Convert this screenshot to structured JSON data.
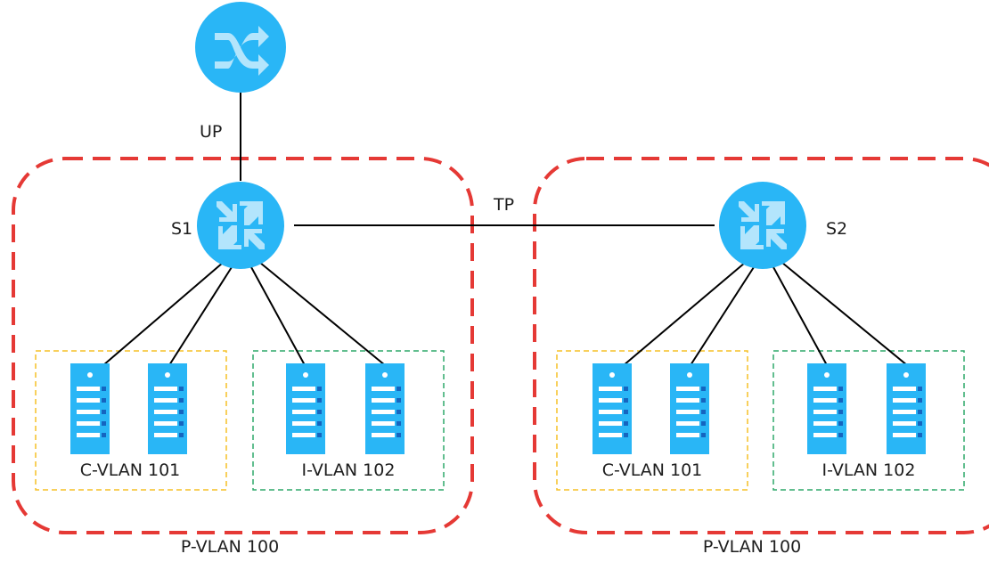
{
  "colors": {
    "device_fill": "#29b6f6",
    "device_arrows": "#b3e5fc",
    "server_fill": "#29b6f6",
    "server_bar": "#ffffff",
    "server_led": "#1565c0",
    "pvlan_border": "#e53935",
    "cvlan_border": "#f5c026",
    "ivlan_border": "#2ea86a",
    "link": "#000000"
  },
  "icons": {
    "uplink_router": "router-icon",
    "switch": "switch-icon",
    "server": "server-icon"
  },
  "labels": {
    "up": "UP",
    "tp": "TP",
    "switch1": "S1",
    "switch2": "S2"
  },
  "zones": {
    "left": {
      "pvlan": "P-VLAN 100",
      "cvlan": "C-VLAN 101",
      "ivlan": "I-VLAN 102"
    },
    "right": {
      "pvlan": "P-VLAN 100",
      "cvlan": "C-VLAN 101",
      "ivlan": "I-VLAN 102"
    }
  }
}
